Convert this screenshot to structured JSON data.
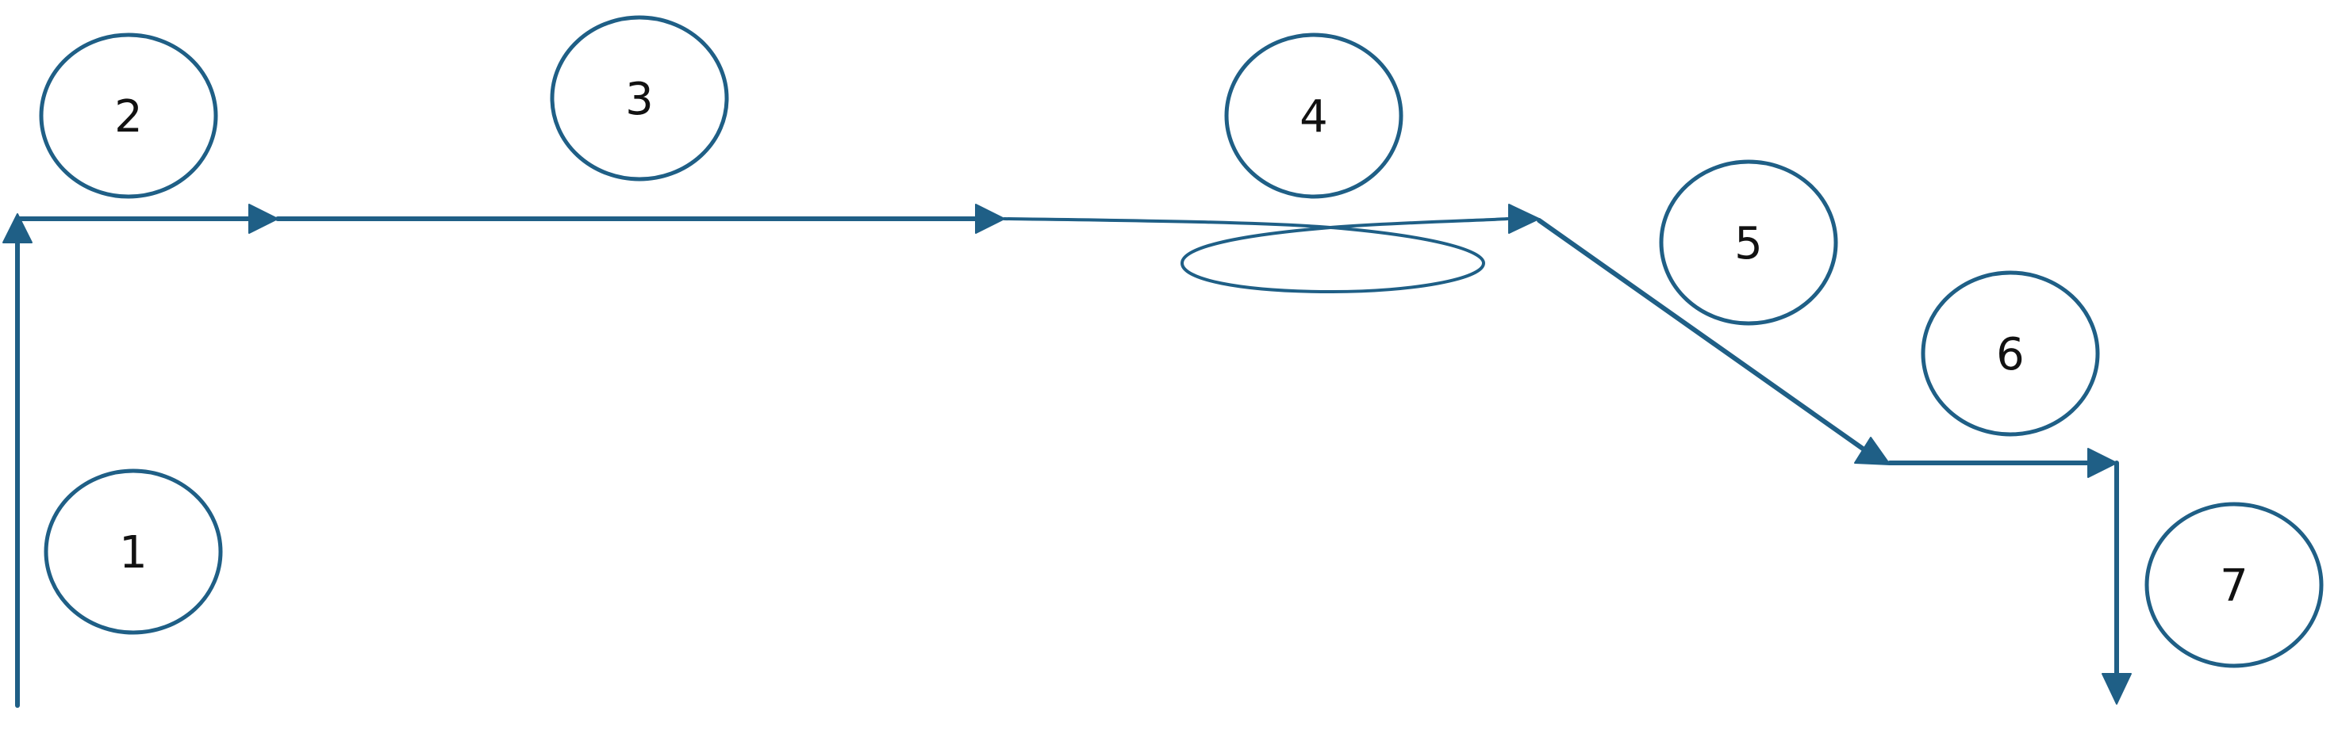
{
  "diagram": {
    "stroke_color": "#1f5f86",
    "label_color": "#111111",
    "background": "#ffffff",
    "steps": [
      {
        "id": "1",
        "label": "1"
      },
      {
        "id": "2",
        "label": "2"
      },
      {
        "id": "3",
        "label": "3"
      },
      {
        "id": "4",
        "label": "4"
      },
      {
        "id": "5",
        "label": "5"
      },
      {
        "id": "6",
        "label": "6"
      },
      {
        "id": "7",
        "label": "7"
      }
    ]
  }
}
